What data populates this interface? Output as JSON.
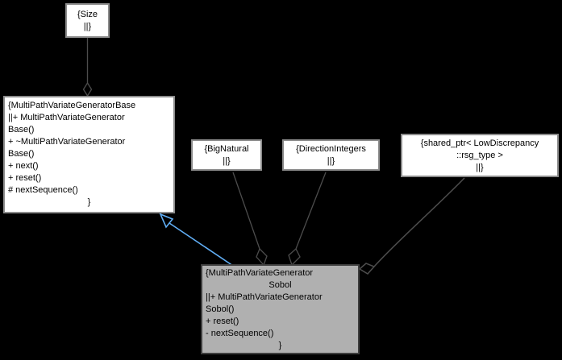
{
  "diagram": {
    "type": "collaboration-graph",
    "background": "#000000",
    "colors": {
      "node_fill": "#ffffff",
      "node_border": "#8c8c8c",
      "focus_node_fill": "#b0b0b0",
      "focus_node_border": "#3e3e3e",
      "edge": "#4d4d4d",
      "inheritance_edge": "#60aef5",
      "text": "#000000"
    },
    "nodes": {
      "size": {
        "lines": [
          "{Size",
          "||}"
        ]
      },
      "base": {
        "lines": [
          "{MultiPathVariateGeneratorBase",
          "||+ MultiPathVariateGenerator",
          "Base()",
          "+ ~MultiPathVariateGenerator",
          "Base()",
          "+ next()",
          "+ reset()",
          "# nextSequence()",
          "}"
        ]
      },
      "big_natural": {
        "lines": [
          "{BigNatural",
          "||}"
        ]
      },
      "direction_integers": {
        "lines": [
          "{DirectionIntegers",
          "||}"
        ]
      },
      "shared_ptr": {
        "lines": [
          "{shared_ptr< LowDiscrepancy",
          "::rsg_type >",
          "||}"
        ]
      },
      "sobol": {
        "lines": [
          "{MultiPathVariateGenerator",
          "Sobol",
          "||+ MultiPathVariateGenerator",
          "Sobol()",
          "+ reset()",
          "- nextSequence()",
          "}"
        ]
      }
    },
    "edges": [
      {
        "from": "Size",
        "to": "MultiPathVariateGeneratorBase",
        "type": "aggregation"
      },
      {
        "from": "BigNatural",
        "to": "MultiPathVariateGeneratorSobol",
        "type": "aggregation"
      },
      {
        "from": "DirectionIntegers",
        "to": "MultiPathVariateGeneratorSobol",
        "type": "aggregation"
      },
      {
        "from": "shared_ptr< LowDiscrepancy::rsg_type >",
        "to": "MultiPathVariateGeneratorSobol",
        "type": "aggregation"
      },
      {
        "from": "MultiPathVariateGeneratorSobol",
        "to": "MultiPathVariateGeneratorBase",
        "type": "public-inheritance"
      }
    ]
  }
}
